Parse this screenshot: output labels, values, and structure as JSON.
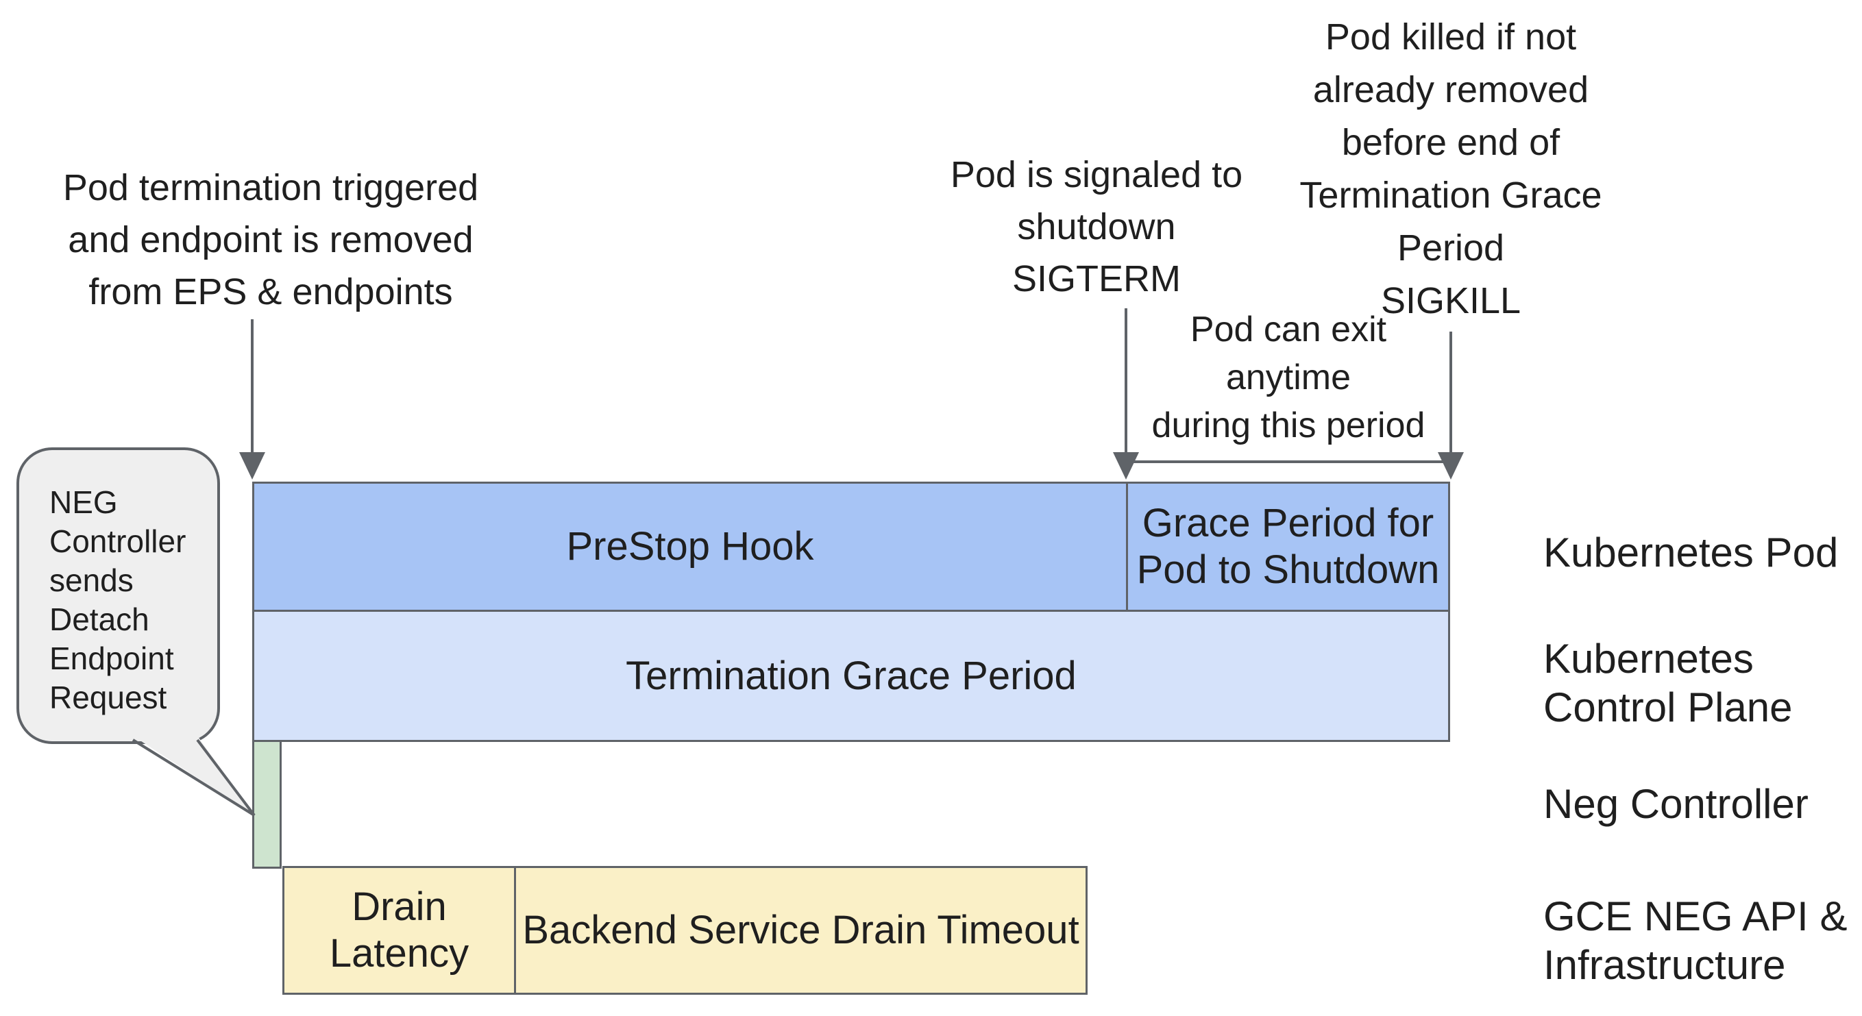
{
  "colors": {
    "bar_blue": "#a7c4f5",
    "bar_blue_light": "#d5e2fa",
    "bar_green": "#cee4cf",
    "bar_yellow": "#faf0c7",
    "callout_fill": "#efefef",
    "outline": "#5f6368",
    "text": "#1f1f1f"
  },
  "annotations": {
    "pod_termination": {
      "lines": [
        "Pod termination triggered",
        "and endpoint is removed",
        "from EPS & endpoints"
      ]
    },
    "sigterm": {
      "lines": [
        "Pod is signaled to",
        "shutdown",
        "SIGTERM"
      ]
    },
    "sigkill": {
      "lines": [
        "Pod killed if not",
        "already removed",
        "before end of",
        "Termination Grace",
        "Period",
        "SIGKILL"
      ]
    },
    "pod_exit_note": {
      "lines": [
        "Pod can exit anytime",
        "during this period"
      ]
    }
  },
  "callout": {
    "lines": [
      "NEG",
      "Controller",
      "sends",
      "Detach",
      "Endpoint",
      "Request"
    ]
  },
  "timeline": {
    "prestop_label": "PreStop Hook",
    "grace_lines": [
      "Grace Period for",
      "Pod to Shutdown"
    ],
    "termination_label": "Termination Grace Period",
    "drain_latency_lines": [
      "Drain",
      "Latency"
    ],
    "backend_drain_label": "Backend Service Drain Timeout"
  },
  "lanes": {
    "kubernetes_pod": "Kubernetes Pod",
    "control_plane_lines": [
      "Kubernetes",
      "Control Plane"
    ],
    "neg_controller": "Neg Controller",
    "gce_lines": [
      "GCE NEG API &",
      "Infrastructure"
    ]
  }
}
